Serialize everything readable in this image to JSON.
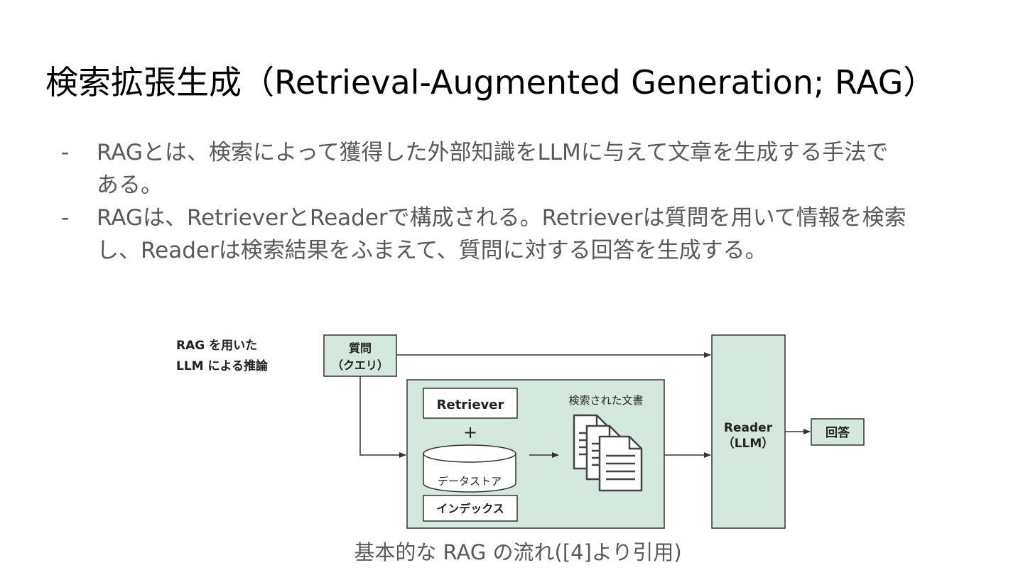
{
  "slide": {
    "title": "検索拡張生成（Retrieval-Augmented Generation; RAG）",
    "bullets": [
      {
        "marker": "-",
        "lines": [
          "RAGとは、検索によって獲得した外部知識をLLMに与えて文章を生成する手法で",
          "ある。"
        ]
      },
      {
        "marker": "-",
        "lines": [
          "RAGは、RetrieverとReaderで構成される。Retrieverは質問を用いて情報を検索",
          "し、Readerは検索結果をふまえて、質問に対する回答を生成する。"
        ]
      }
    ],
    "caption": "基本的な RAG の流れ([4]より引用)"
  },
  "diagram": {
    "heading_lines": [
      "RAG を用いた",
      "LLM による推論"
    ],
    "query_lines": [
      "質問",
      "（クエリ）"
    ],
    "retriever_label": "Retriever",
    "plus_label": "+",
    "datastore_label": "データストア",
    "index_label": "インデックス",
    "docs_label": "検索された文書",
    "reader_lines": [
      "Reader",
      "（LLM）"
    ],
    "answer_label": "回答",
    "colors": {
      "box_fill": "#d5e8de",
      "stroke": "#333333",
      "white": "#ffffff"
    }
  }
}
